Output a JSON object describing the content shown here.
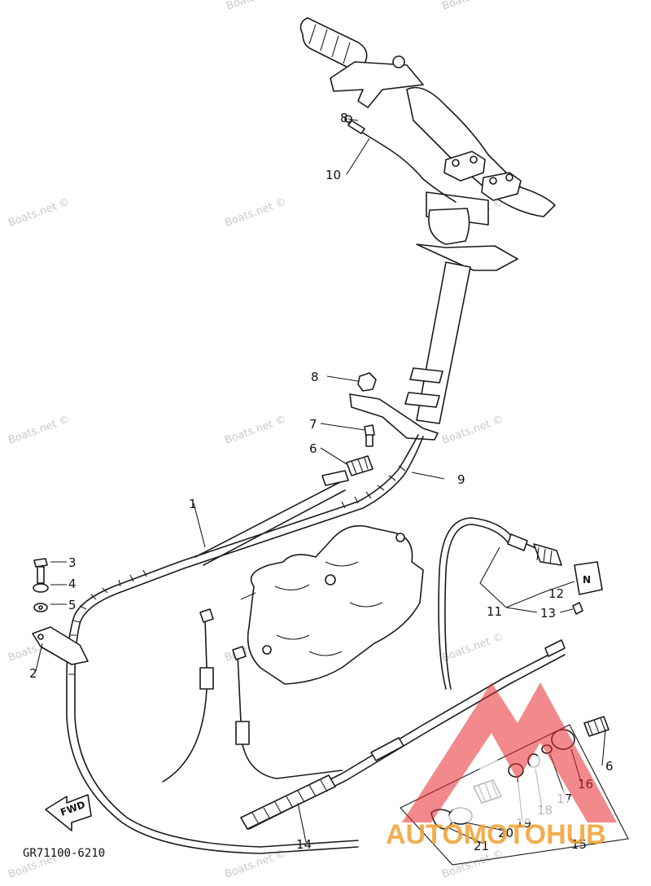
{
  "callouts": {
    "c1": "1",
    "c2": "2",
    "c3": "3",
    "c4": "4",
    "c5": "5",
    "c6a": "6",
    "c6b": "6",
    "c7": "7",
    "c8a": "8",
    "c8b": "8",
    "c9": "9",
    "c10": "10",
    "c11": "11",
    "c12": "12",
    "c13": "13",
    "c14": "14",
    "c15": "15",
    "c16": "16",
    "c17": "17",
    "c18": "18",
    "c19": "19",
    "c20": "20",
    "c21": "21"
  },
  "watermark": "Boats.net ©",
  "diagram_code": "GR71100-6210",
  "fwd_label": "FWD",
  "neutral_knob_letter": "N",
  "logo": {
    "text": "AUTOMOTOHUB",
    "accent": "#e8282d",
    "secondary": "#f0a030"
  }
}
